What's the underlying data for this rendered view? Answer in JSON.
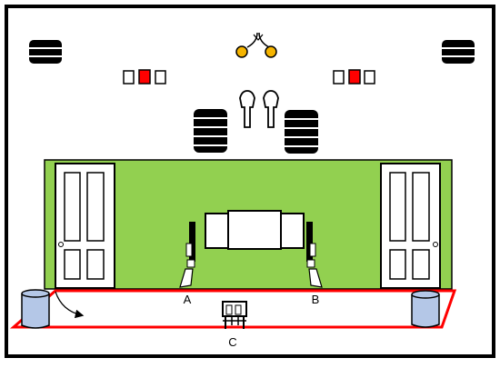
{
  "labels": {
    "a": "A",
    "b": "B",
    "c": "C"
  },
  "colors": {
    "wall": "#92d050",
    "floor_outline": "#ff0000",
    "indicator_on": "#ff0000",
    "bulb": "#f5b400",
    "cylinder": "#b4c7e7",
    "ink": "#000000"
  },
  "icons": {
    "speaker": "speaker-icon",
    "microphone": "microphone-icon",
    "bulb": "light-bulb-icon",
    "door": "door-icon",
    "chair": "chair-icon",
    "cylinder": "trash-can-icon"
  }
}
